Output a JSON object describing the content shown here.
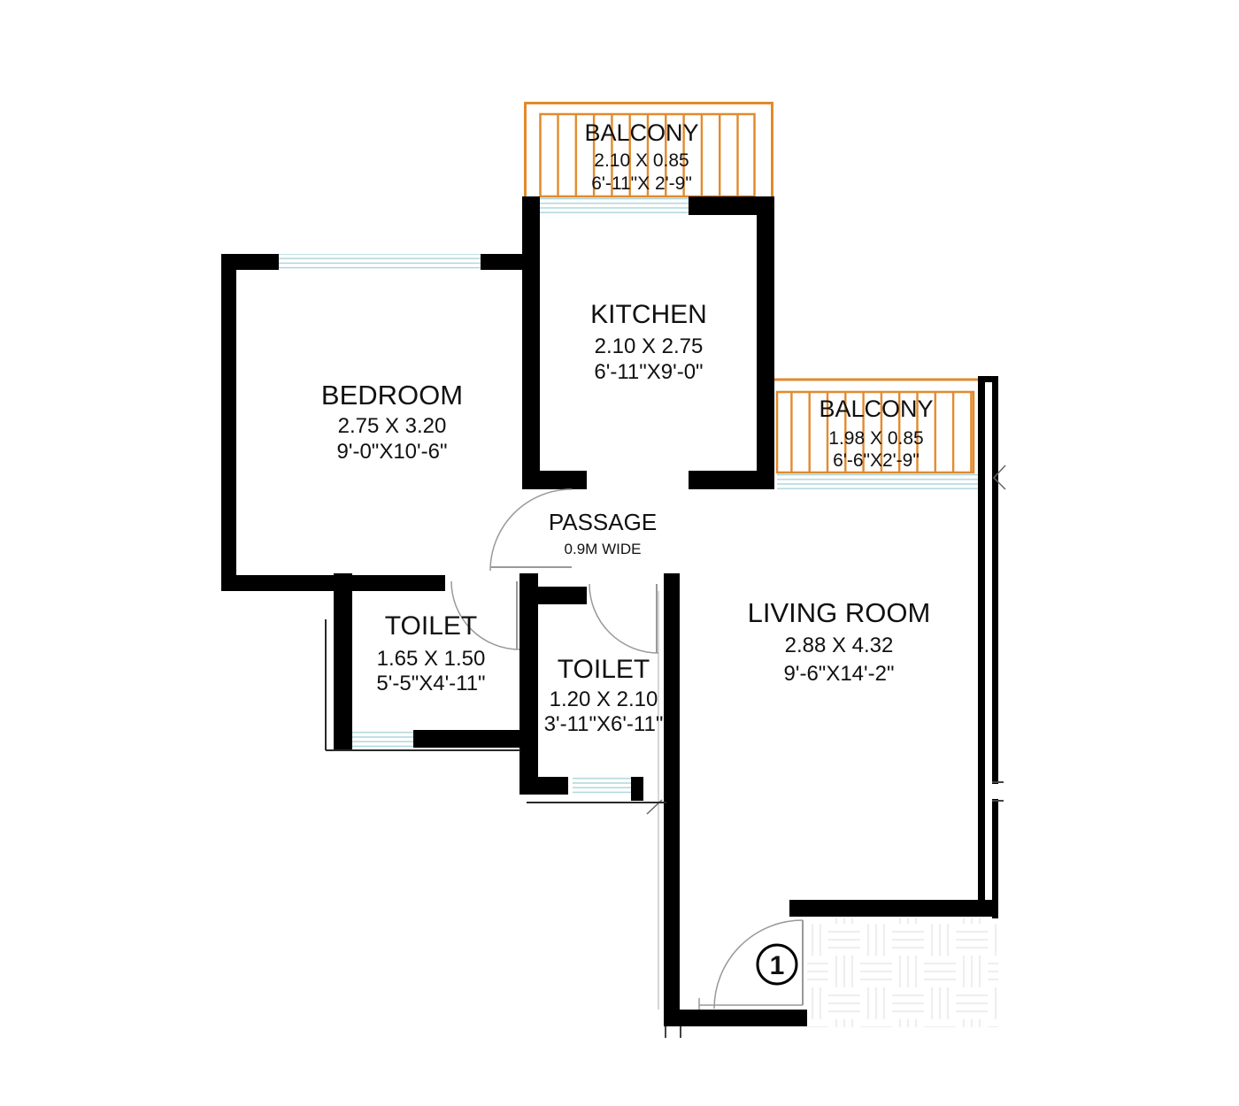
{
  "rooms": {
    "balcony_top": {
      "name": "BALCONY",
      "dim_m": "2.10 X 0.85",
      "dim_ft": "6'-11\"X 2'-9\""
    },
    "kitchen": {
      "name": "KITCHEN",
      "dim_m": "2.10 X 2.75",
      "dim_ft": "6'-11\"X9'-0\""
    },
    "bedroom": {
      "name": "BEDROOM",
      "dim_m": "2.75 X 3.20",
      "dim_ft": "9'-0\"X10'-6\""
    },
    "balcony_right": {
      "name": "BALCONY",
      "dim_m": "1.98 X 0.85",
      "dim_ft": "6'-6\"X2'-9\""
    },
    "living_room": {
      "name": "LIVING ROOM",
      "dim_m": "2.88 X 4.32",
      "dim_ft": "9'-6\"X14'-2\""
    },
    "toilet_1": {
      "name": "TOILET",
      "dim_m": "1.65 X 1.50",
      "dim_ft": "5'-5\"X4'-11\""
    },
    "toilet_2": {
      "name": "TOILET",
      "dim_m": "1.20 X 2.10",
      "dim_ft": "3'-11\"X6'-11\""
    },
    "passage": {
      "name": "PASSAGE",
      "note": "0.9M WIDE"
    }
  },
  "entrance": {
    "door_number": "1"
  },
  "colors": {
    "wall": "#000000",
    "balcony_rail": "#E28A2D",
    "window_glass": "#A9D3D9",
    "door_swing": "#999999",
    "parquet_line": "#E8E8E8",
    "text": "#111111",
    "background": "#FFFFFF"
  }
}
